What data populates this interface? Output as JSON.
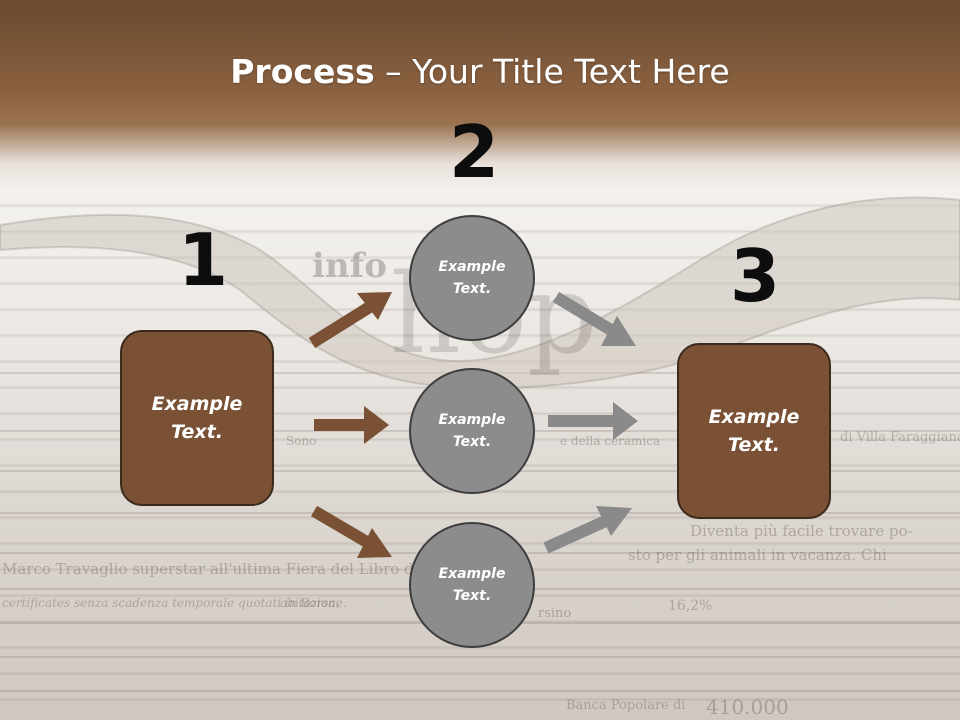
{
  "title": {
    "bold": "Process",
    "rest": " – Your Title Text Here"
  },
  "numbers": [
    "1",
    "2",
    "3"
  ],
  "box_left": {
    "text": "Example Text."
  },
  "box_right": {
    "text": "Example Text."
  },
  "circles": [
    {
      "text": "Example Text."
    },
    {
      "text": "Example Text."
    },
    {
      "text": "Example Text."
    }
  ],
  "colors": {
    "brown": "#7a5134",
    "gray": "#8c8c8c",
    "arrow_brown": "#7a5134",
    "arrow_gray": "#8a8a8a"
  },
  "background_text": [
    "Marco Travaglio superstar all'ultima Fiera del Libro di Torino",
    "Diventa più facile trovare po-",
    "sto per gli animali in vacanza. Chi",
    "certificates senza scadenza temporale quotati in Borsa,",
    "abitazione.",
    "Banca Popolare di",
    "16,2%",
    "410.000",
    "info",
    "rsino",
    "di Villa Faraggiana",
    "e della ceramica",
    "Sono",
    "hop"
  ]
}
